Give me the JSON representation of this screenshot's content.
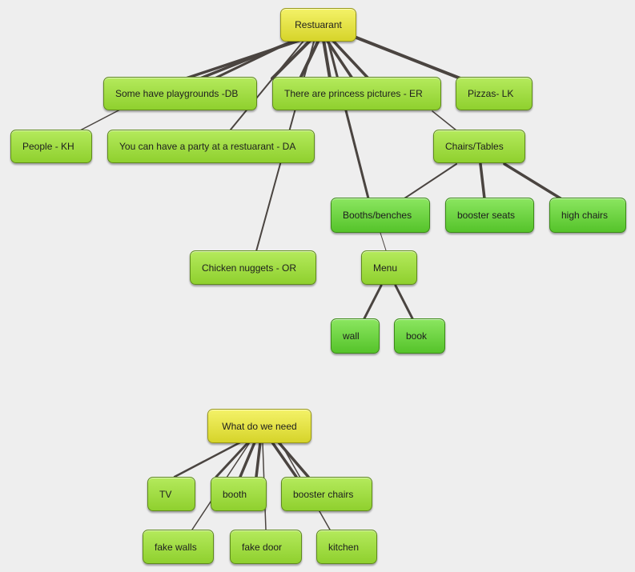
{
  "concept_map_1": {
    "root": "Restuarant",
    "nodes": {
      "playgrounds": "Some have playgrounds -DB",
      "princess": "There are princess pictures - ER",
      "pizzas": "Pizzas- LK",
      "people": "People - KH",
      "party": "You can have a party at a restuarant - DA",
      "chairs_tables": "Chairs/Tables",
      "booths": "Booths/benches",
      "booster_seats": "booster seats",
      "high_chairs": "high chairs",
      "nuggets": "Chicken nuggets - OR",
      "menu": "Menu",
      "wall": "wall",
      "book": "book"
    }
  },
  "concept_map_2": {
    "root": "What do we need",
    "nodes": {
      "tv": "TV",
      "booth": "booth",
      "booster_chairs": "booster chairs",
      "fake_walls": "fake walls",
      "fake_door": "fake door",
      "kitchen": "kitchen"
    }
  },
  "colors": {
    "background": "#eeeeee",
    "root_fill": "#e8e64a",
    "node_fill": "#9fdc3c",
    "leaf_fill": "#66cc33",
    "connector": "#4a4440"
  }
}
